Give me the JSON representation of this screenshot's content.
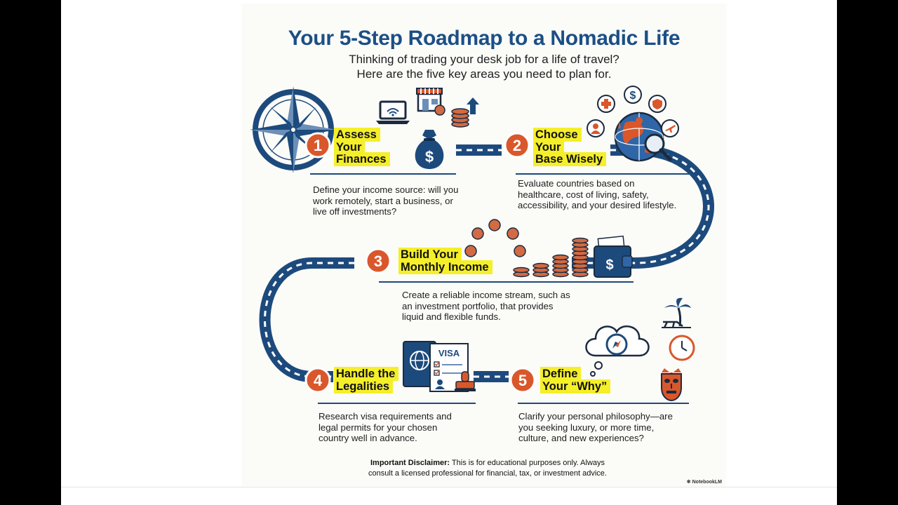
{
  "title": "Your 5-Step Roadmap to a Nomadic Life",
  "subtitle_line1": "Thinking of trading your desk job for a life of travel?",
  "subtitle_line2": "Here are the five key areas you need to plan for.",
  "steps": [
    {
      "number": "1",
      "title_line1": "Assess",
      "title_line2": "Your",
      "title_line3": "Finances",
      "desc_line1": "Define your income source: will you",
      "desc_line2": "work remotely, start a business, or",
      "desc_line3": "live off investments?"
    },
    {
      "number": "2",
      "title_line1": "Choose",
      "title_line2": "Your",
      "title_line3": "Base Wisely",
      "desc_line1": "Evaluate countries based on",
      "desc_line2": "healthcare, cost of living, safety,",
      "desc_line3": "accessibility, and your desired lifestyle."
    },
    {
      "number": "3",
      "title_line1": "Build Your",
      "title_line2": "Monthly Income",
      "desc_line1": "Create a reliable income stream, such as",
      "desc_line2": "an investment portfolio, that provides",
      "desc_line3": "liquid and flexible funds."
    },
    {
      "number": "4",
      "title_line1": "Handle the",
      "title_line2": "Legalities",
      "desc_line1": "Research visa requirements and",
      "desc_line2": "legal permits for your chosen",
      "desc_line3": "country well in advance."
    },
    {
      "number": "5",
      "title_line1": "Define",
      "title_line2": "Your “Why”",
      "desc_line1": "Clarify your personal philosophy—are",
      "desc_line2": "you seeking luxury, or more time,",
      "desc_line3": "culture, and new experiences?"
    }
  ],
  "icons": {
    "visa_card_label": "VISA",
    "money_bag_symbol": "$",
    "wallet_symbol": "$"
  },
  "disclaimer_bold": "Important Disclaimer:",
  "disclaimer_line1_rest": " This is for educational purposes only. Always",
  "disclaimer_line2": "consult a licensed professional for financial, tax, or investment advice.",
  "brand": "NotebookLM",
  "colors": {
    "title": "#1b4f86",
    "navy": "#1d4a7c",
    "orange": "#d9572b",
    "highlight": "#f5ef2a",
    "coin": "#d26a43"
  }
}
